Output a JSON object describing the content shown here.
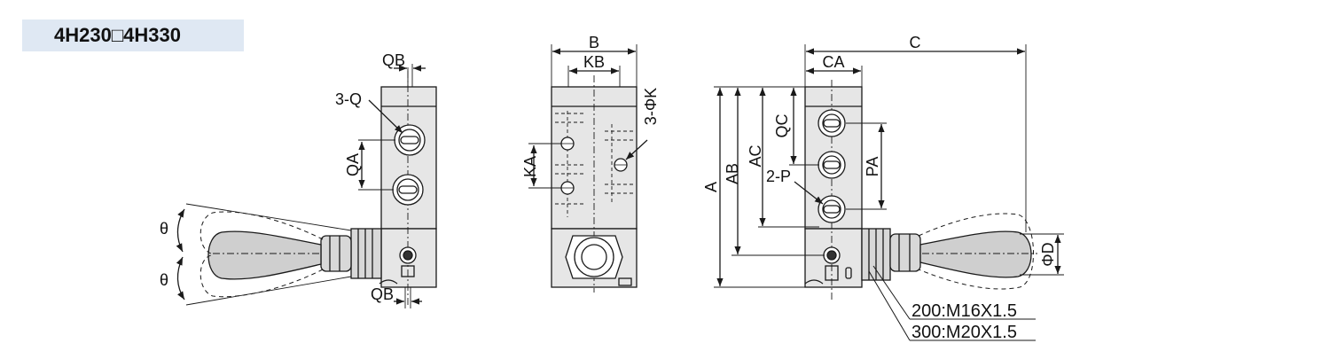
{
  "title": "4H230□4H330",
  "labels": {
    "QB": "QB",
    "Q3": "3-Q",
    "QA": "QA",
    "theta": "θ",
    "B": "B",
    "KB": "KB",
    "K3": "3-ΦK",
    "KA": "KA",
    "C": "C",
    "CA": "CA",
    "QC": "QC",
    "A": "A",
    "AB": "AB",
    "AC": "AC",
    "P2": "2-P",
    "PA": "PA",
    "D": "ΦD"
  },
  "specs": {
    "s200": "200:M16X1.5",
    "s300": "300:M20X1.5"
  },
  "colors": {
    "body_fill": "#e6e6e6",
    "handle_fill": "#cfcfcf",
    "line": "#1a1a1a",
    "title_bg": "#dfe8f3"
  }
}
